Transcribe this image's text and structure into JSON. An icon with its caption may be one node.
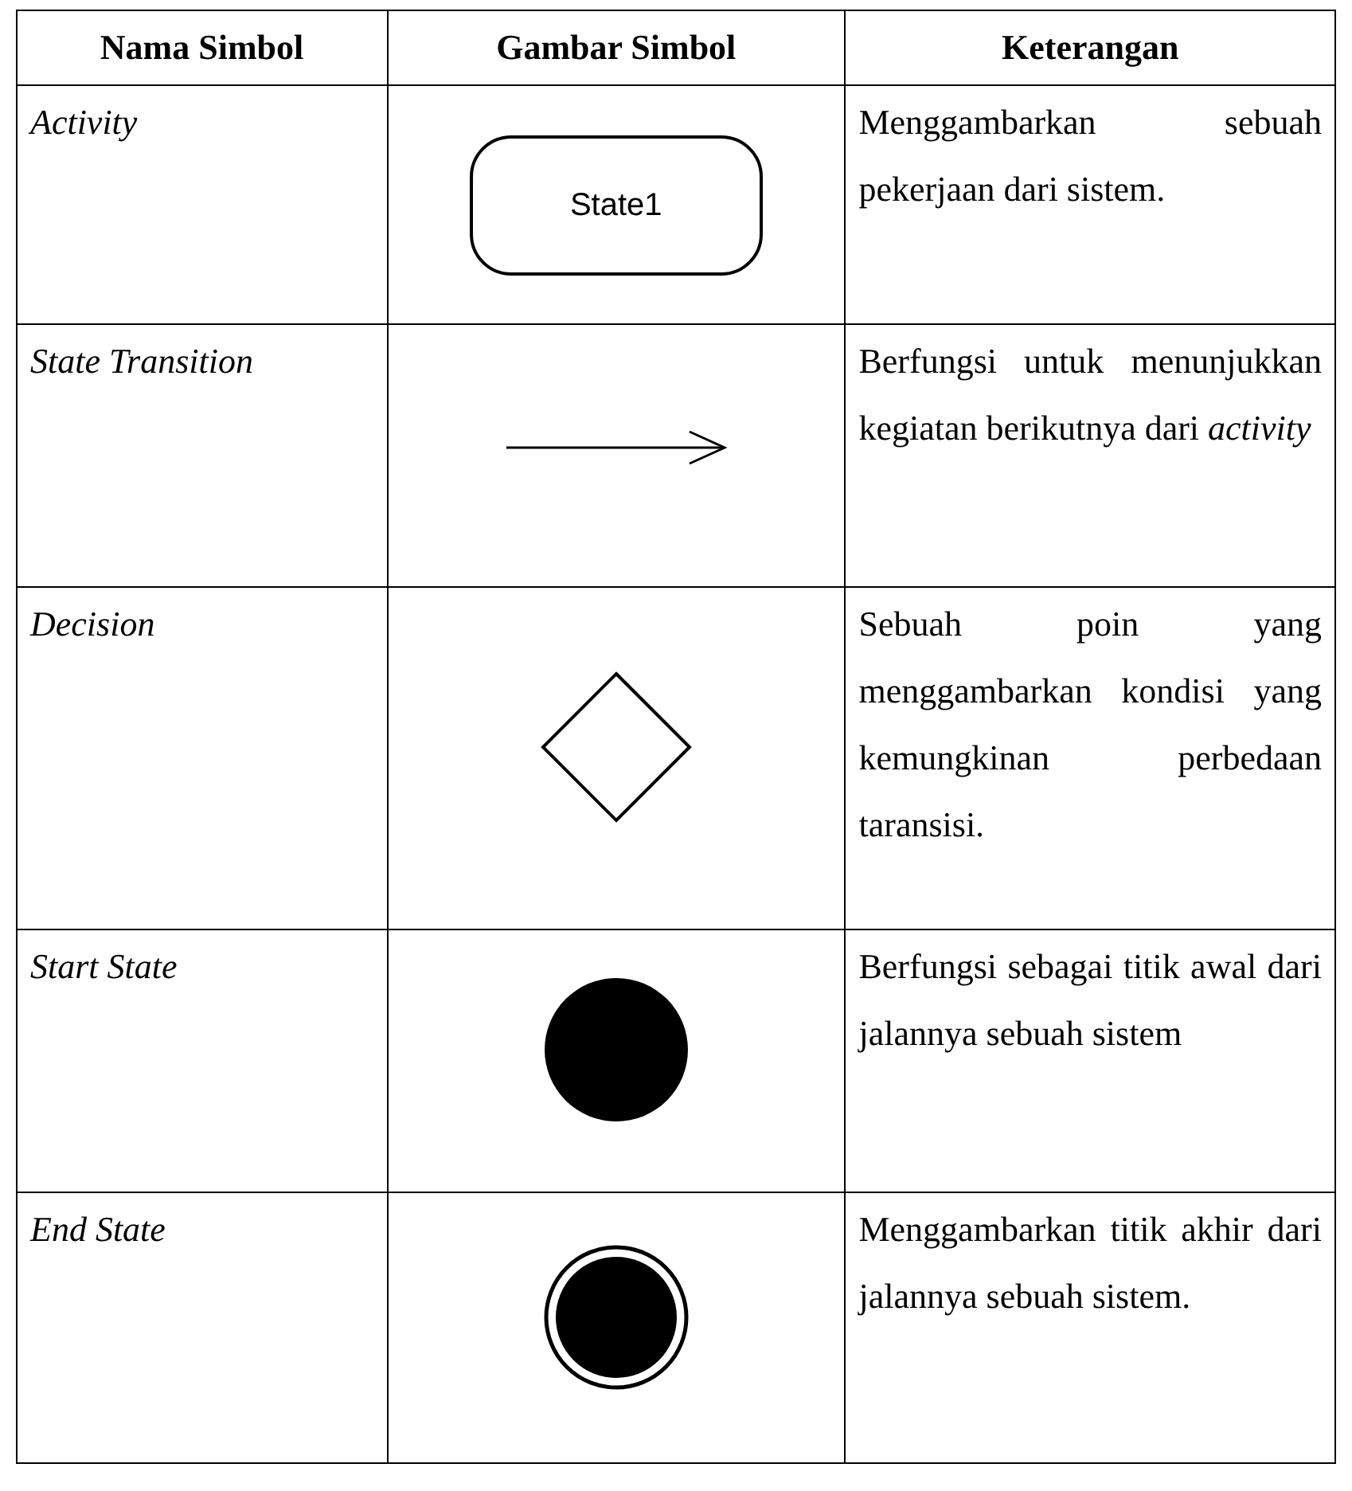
{
  "diagram": {
    "nodes": [
      {
        "text": [
          "State1"
        ]
      }
    ],
    "edges": [],
    "labels": [
      "Nama Simbol",
      "Gambar Simbol",
      "Keterangan",
      "Activity",
      "Menggambarkan sebuah pekerjaan dari sistem.",
      "State Transition",
      "Berfungsi untuk menunjukkan kegiatan berikutnya dari *activity*",
      "Decision",
      "Sebuah poin yang menggambarkan kondisi yang kemungkinan perbedaan taransisi.",
      "Start State",
      "Berfungsi sebagai titik awal dari jalannya sebuah sistem",
      "End State",
      "Menggambarkan titik akhir dari jalannya sebuah sistem."
    ]
  }
}
